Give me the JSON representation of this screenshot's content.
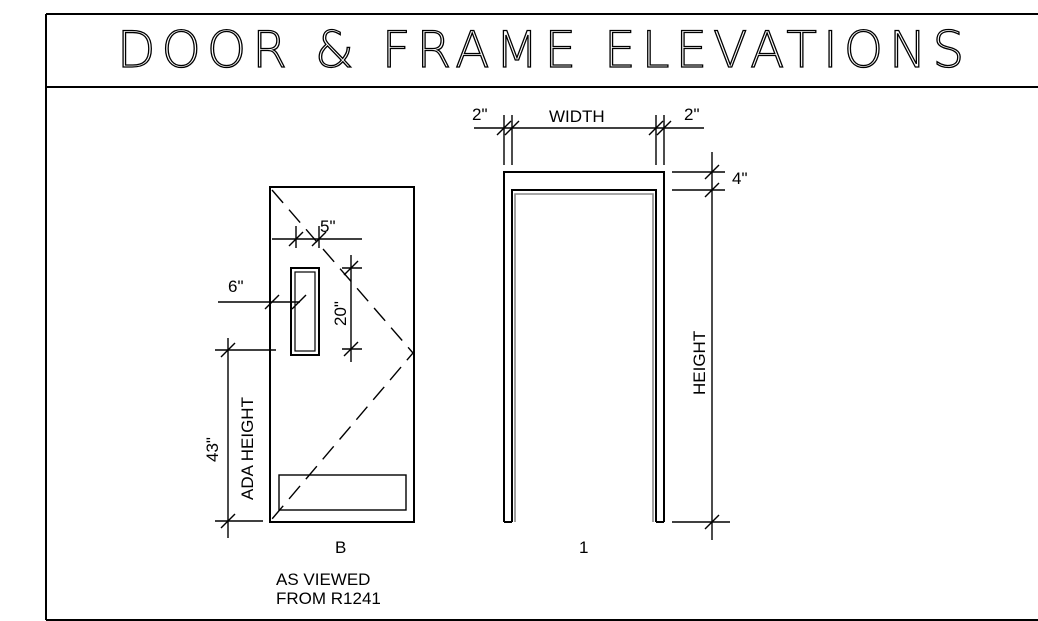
{
  "title": "DOOR & FRAME ELEVATIONS",
  "door": {
    "tag": "B",
    "note_line1": "AS VIEWED",
    "note_line2": "FROM R1241",
    "dim_vision_offset": "5\"",
    "dim_vision_edge": "6\"",
    "dim_vision_height": "20\"",
    "dim_ada_value": "43\"",
    "dim_ada_label": "ADA HEIGHT"
  },
  "frame": {
    "tag": "1",
    "dim_left_jamb": "2\"",
    "dim_width": "WIDTH",
    "dim_right_jamb": "2\"",
    "dim_head": "4\"",
    "dim_height": "HEIGHT"
  }
}
